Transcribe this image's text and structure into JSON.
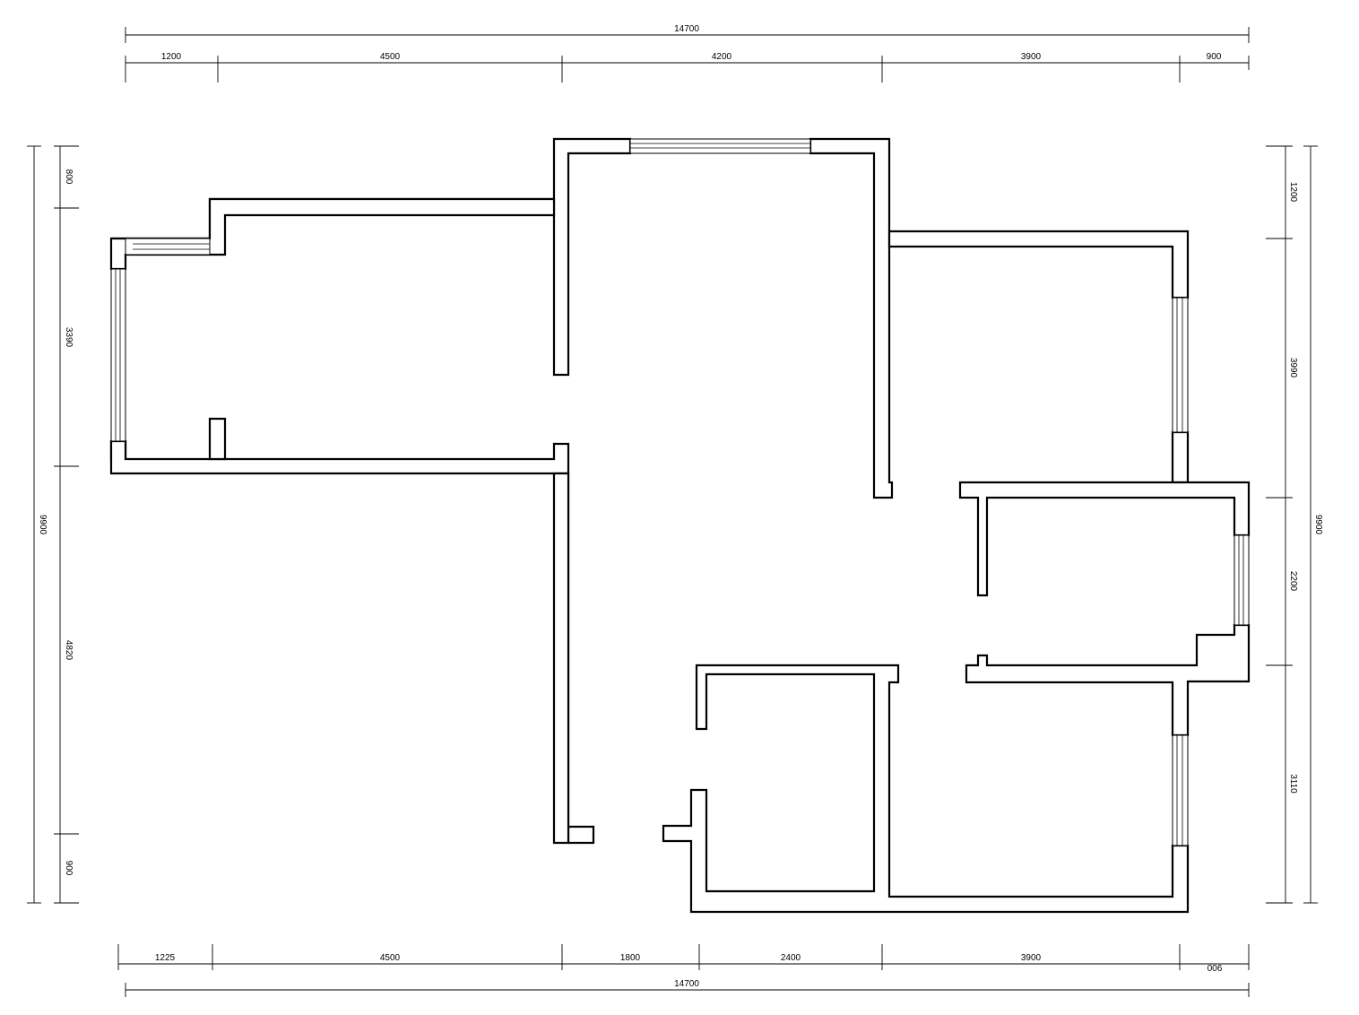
{
  "dimensions": {
    "top_total": "14700",
    "top_segments": [
      "1200",
      "4500",
      "4200",
      "3900",
      "900"
    ],
    "bottom_segments": [
      "1225",
      "4500",
      "1800",
      "2400",
      "3900",
      "900"
    ],
    "bottom_total": "14700",
    "left_total": "9900",
    "left_segments": [
      "800",
      "3390",
      "4820",
      "900"
    ],
    "right_total": "9900",
    "right_segments": [
      "1200",
      "3990",
      "2200",
      "3110"
    ]
  }
}
